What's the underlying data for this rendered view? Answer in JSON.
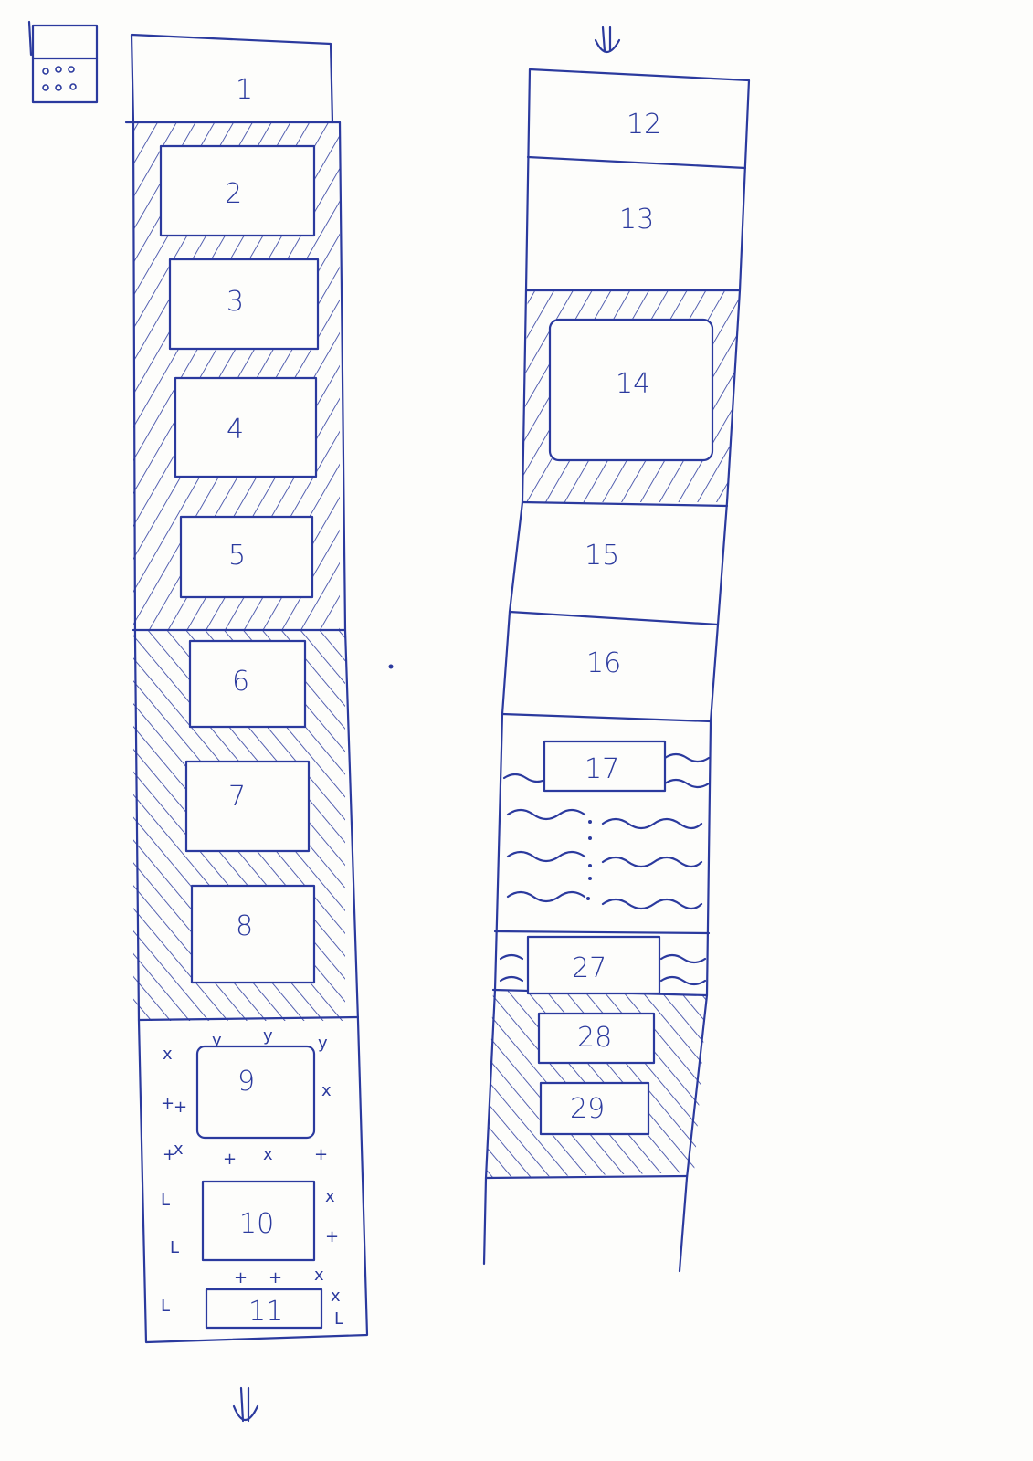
{
  "colors": {
    "ink": "#2b3a9e",
    "paper": "#fdfdfb"
  },
  "icons": {
    "phone": "phone-keypad-icon",
    "scroll": "scroll-down-arrow-icon"
  },
  "left_column": {
    "header": "1",
    "section_a": [
      "2",
      "3",
      "4",
      "5"
    ],
    "section_b": [
      "6",
      "7",
      "8"
    ],
    "section_c": [
      "9",
      "10",
      "11"
    ]
  },
  "right_column": {
    "header": "12",
    "block_13": "13",
    "block_14": "14",
    "block_15": "15",
    "block_16": "16",
    "list_first": "17",
    "list_last": "27",
    "section_e": [
      "28",
      "29"
    ]
  }
}
